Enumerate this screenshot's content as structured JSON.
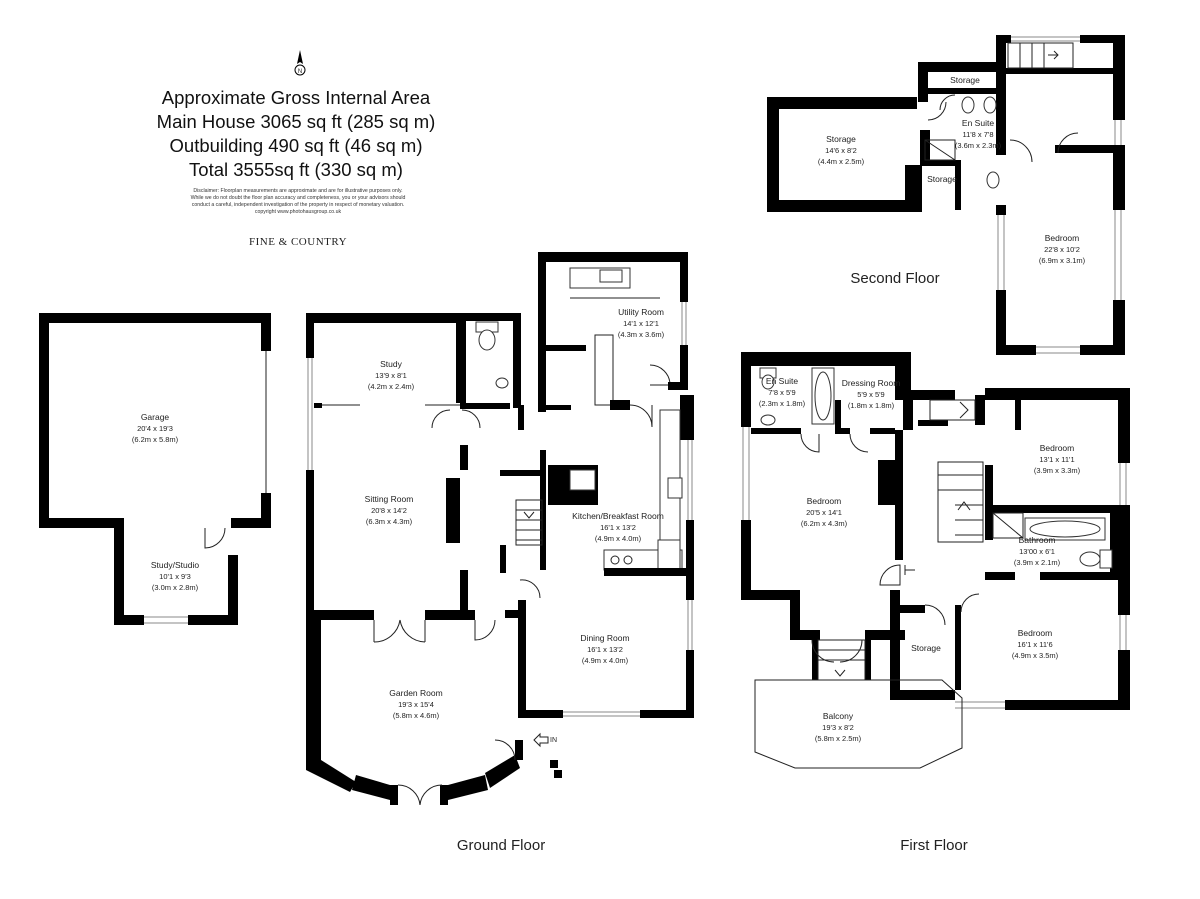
{
  "header": {
    "title_lines": [
      "Approximate Gross Internal Area",
      "Main House 3065 sq ft (285 sq m)",
      "Outbuilding 490 sq ft (46 sq m)",
      "Total 3555sq ft (330 sq m)"
    ],
    "disclaimer_lines": [
      "Disclaimer: Floorplan measurements are approximate and are for illustrative purposes only.",
      "While we do not doubt the floor plan accuracy and completeness, you or your advisors should",
      "conduct a careful, independent investigation of the property in respect of monetary valuation.",
      "copyright www.photohausgroup.co.uk"
    ],
    "brand": "FINE & COUNTRY",
    "compass_label": "N"
  },
  "floors": {
    "ground": "Ground Floor",
    "first": "First Floor",
    "second": "Second Floor"
  },
  "entrance_label": "IN",
  "rooms": {
    "garage": {
      "name": "Garage",
      "dims": "20'4 x 19'3",
      "metric": "(6.2m x 5.8m)"
    },
    "studio": {
      "name": "Study/Studio",
      "dims": "10'1 x 9'3",
      "metric": "(3.0m x 2.8m)"
    },
    "study": {
      "name": "Study",
      "dims": "13'9 x 8'1",
      "metric": "(4.2m x 2.4m)"
    },
    "sitting": {
      "name": "Sitting Room",
      "dims": "20'8 x 14'2",
      "metric": "(6.3m x 4.3m)"
    },
    "utility": {
      "name": "Utility Room",
      "dims": "14'1 x 12'1",
      "metric": "(4.3m x 3.6m)"
    },
    "kitchen": {
      "name": "Kitchen/Breakfast Room",
      "dims": "16'1 x 13'2",
      "metric": "(4.9m x 4.0m)"
    },
    "dining": {
      "name": "Dining Room",
      "dims": "16'1 x 13'2",
      "metric": "(4.9m x 4.0m)"
    },
    "garden": {
      "name": "Garden Room",
      "dims": "19'3 x 15'4",
      "metric": "(5.8m x 4.6m)"
    },
    "ff_ensuite": {
      "name": "En Suite",
      "dims": "7'8 x 5'9",
      "metric": "(2.3m x 1.8m)"
    },
    "dressing": {
      "name": "Dressing Room",
      "dims": "5'9 x 5'9",
      "metric": "(1.8m x 1.8m)"
    },
    "ff_bed1": {
      "name": "Bedroom",
      "dims": "20'5 x 14'1",
      "metric": "(6.2m x 4.3m)"
    },
    "ff_bed2": {
      "name": "Bedroom",
      "dims": "13'1 x 11'1",
      "metric": "(3.9m x 3.3m)"
    },
    "bathroom": {
      "name": "Bathroom",
      "dims": "13'00 x 6'1",
      "metric": "(3.9m x 2.1m)"
    },
    "ff_bed3": {
      "name": "Bedroom",
      "dims": "16'1 x 11'6",
      "metric": "(4.9m x 3.5m)"
    },
    "ff_storage": {
      "name": "Storage"
    },
    "balcony": {
      "name": "Balcony",
      "dims": "19'3 x 8'2",
      "metric": "(5.8m x 2.5m)"
    },
    "sf_storage_big": {
      "name": "Storage",
      "dims": "14'6 x 8'2",
      "metric": "(4.4m x 2.5m)"
    },
    "sf_storage_top": {
      "name": "Storage"
    },
    "sf_storage_small": {
      "name": "Storage"
    },
    "sf_ensuite": {
      "name": "En Suite",
      "dims": "11'8 x 7'8",
      "metric": "(3.6m x 2.3m)"
    },
    "sf_bed": {
      "name": "Bedroom",
      "dims": "22'8 x 10'2",
      "metric": "(6.9m x 3.1m)"
    }
  },
  "colors": {
    "wall": "#000000",
    "line": "#222222",
    "background": "#ffffff"
  }
}
